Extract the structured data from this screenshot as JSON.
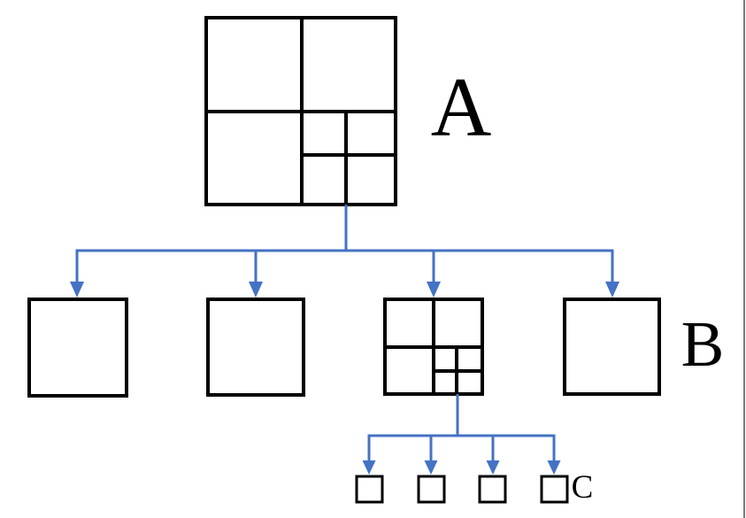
{
  "diagram": {
    "type": "quadtree-decomposition",
    "labels": {
      "root": "A",
      "level2": "B",
      "level3": "C"
    },
    "levels": [
      {
        "name": "root-node",
        "label": "A",
        "node_count": 1,
        "subdivided": true,
        "subdivided_quadrant": "bottom-right"
      },
      {
        "name": "child-nodes",
        "label": "B",
        "node_count": 4,
        "subdivided_child_index": 3,
        "subdivided_quadrant": "bottom-right"
      },
      {
        "name": "leaf-nodes",
        "label": "C",
        "node_count": 4,
        "subdivided": false
      }
    ],
    "connectors": [
      {
        "from": "root-node",
        "to": "child-nodes",
        "arrow_count": 4,
        "direction": "down"
      },
      {
        "from": "child-node-3",
        "to": "leaf-nodes",
        "arrow_count": 4,
        "direction": "down"
      }
    ],
    "colors": {
      "node_stroke": "#000000",
      "node_fill": "#ffffff",
      "arrow": "#4472c4",
      "background": "#ffffff",
      "window_border": "#7a7a7a"
    },
    "icons": {
      "arrowhead": "arrow-down-icon"
    }
  }
}
